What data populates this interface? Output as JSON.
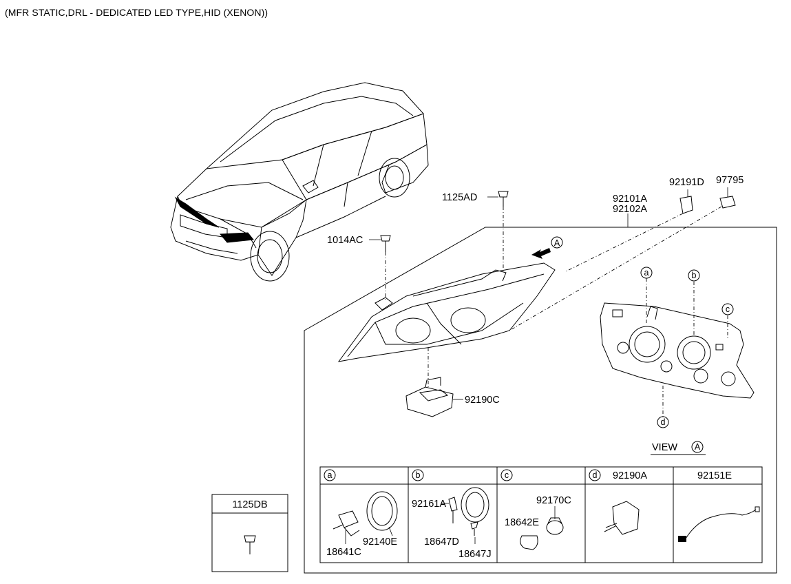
{
  "header": {
    "title": "(MFR STATIC,DRL - DEDICATED LED TYPE,HID (XENON))"
  },
  "callouts": {
    "p1125AD": "1125AD",
    "p1014AC": "1014AC",
    "p92191D": "92191D",
    "p97795": "97795",
    "p92101A": "92101A",
    "p92102A": "92102A",
    "p92190C": "92190C",
    "view_letter": "A",
    "view_label": "VIEW",
    "circle_a": "a",
    "circle_b": "b",
    "circle_c": "c",
    "circle_d": "d"
  },
  "parts_table": {
    "columns": [
      {
        "circle": "a",
        "part": ""
      },
      {
        "circle": "b",
        "part": ""
      },
      {
        "circle": "c",
        "part": ""
      },
      {
        "circle": "d",
        "part": "92190A"
      },
      {
        "circle": "",
        "part": "92151E"
      }
    ],
    "labels": {
      "a1": "92140E",
      "a2": "18641C",
      "b1": "92161A",
      "b2": "18647D",
      "b3": "18647J",
      "c1": "92170C",
      "c2": "18642E"
    }
  },
  "side_box": {
    "part": "1125DB"
  }
}
